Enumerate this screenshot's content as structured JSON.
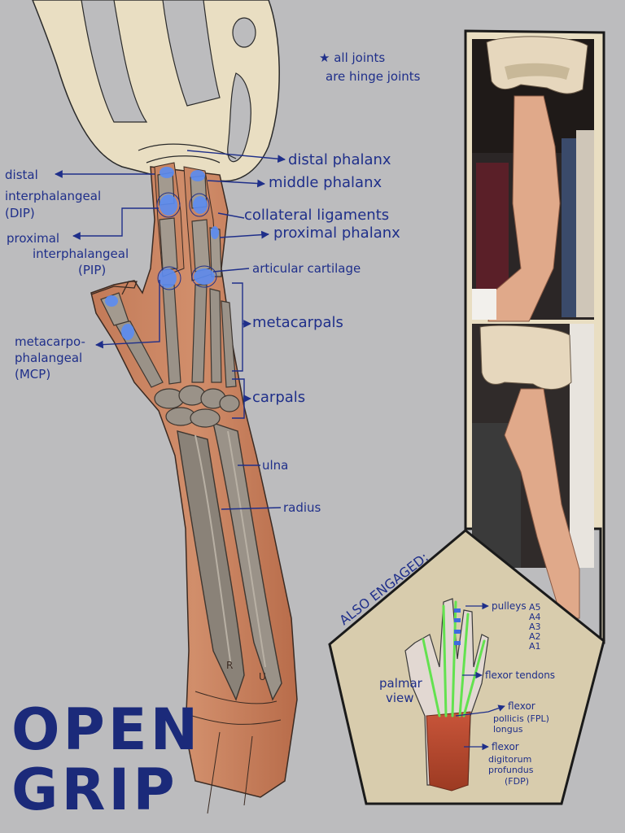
{
  "title": {
    "line1": "OPEN",
    "line2": "GRIP"
  },
  "note": {
    "line1": "★ all joints",
    "line2": "are hinge joints"
  },
  "labels": {
    "distal_phalanx": "distal phalanx",
    "middle_phalanx": "middle phalanx",
    "collateral_ligaments": "collateral ligaments",
    "proximal_phalanx": "proximal phalanx",
    "articular_cartilage": "articular cartilage",
    "metacarpals": "metacarpals",
    "carpals": "carpals",
    "ulna": "ulna",
    "radius": "radius",
    "dip": {
      "l1": "distal",
      "l2": "interphalangeal",
      "l3": "(DIP)"
    },
    "pip": {
      "l1": "proximal",
      "l2": "interphalangeal",
      "l3": "(PIP)"
    },
    "mcp": {
      "l1": "metacarpo-",
      "l2": "phalangeal",
      "l3": "(MCP)"
    },
    "bone_r": "R",
    "bone_u": "U"
  },
  "inset": {
    "heading": "ALSO ENGAGED:",
    "palmar": {
      "l1": "palmar",
      "l2": "view"
    },
    "pulleys": "pulleys",
    "pulley_list": [
      "A5",
      "A4",
      "A3",
      "A2",
      "A1"
    ],
    "flexor_tendons": "flexor tendons",
    "fpl": {
      "l1": "flexor",
      "l2": "pollicis (FPL)",
      "l3": "longus"
    },
    "fdp": {
      "l1": "flexor",
      "l2": "digitorum",
      "l3": "profundus",
      "l4": "(FDP)"
    }
  },
  "colors": {
    "background": "#bcbcbe",
    "ink": "#1f2f8a",
    "hangboard": "#e9dec2",
    "panel": "#d8ccad",
    "skin": "#c98562",
    "bone": "#8a8278",
    "cartilage": "#5b8cf2",
    "tendon": "#63e24f",
    "muscle": "#b5452a"
  }
}
